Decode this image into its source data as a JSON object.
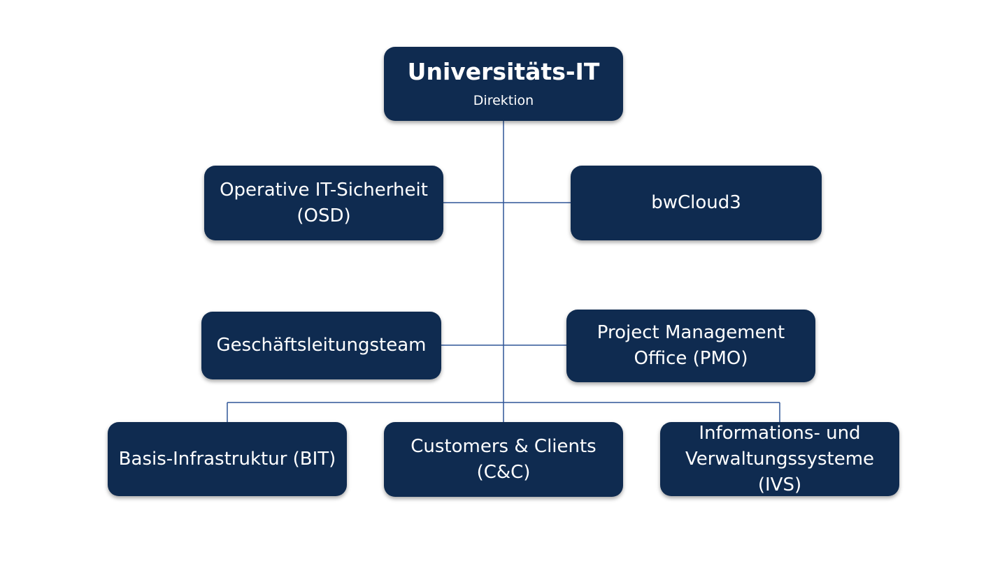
{
  "diagram": {
    "root": {
      "title": "Universitäts-IT",
      "subtitle": "Direktion"
    },
    "staff_left_top": "Operative IT-Sicherheit\n(OSD)",
    "staff_right_top": "bwCloud3",
    "staff_left_bottom": "Geschäftsleitungsteam",
    "staff_right_bottom": "Project Management\nOffice (PMO)",
    "departments": [
      "Basis-Infrastruktur (BIT)",
      "Customers & Clients\n(C&C)",
      "Informations- und\nVerwaltungssysteme\n(IVS)"
    ]
  },
  "colors": {
    "box_fill": "#0f2b50",
    "box_text": "#ffffff",
    "connector": "#2f5597"
  }
}
